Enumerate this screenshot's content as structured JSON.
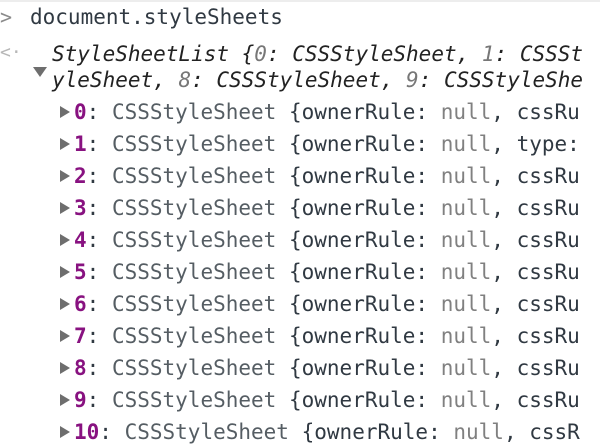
{
  "console": {
    "input": {
      "prompt_icon": "chevron-right-icon",
      "expression": "document.styleSheets"
    },
    "result": {
      "return_icon": "return-arrow-icon",
      "summary_line1_prefix": "StyleSheetList {",
      "summary_line1_idx0": "0",
      "summary_line1_mid": ": CSSStyleSheet, ",
      "summary_line1_idx1": "1",
      "summary_line1_tail": ": CSSSt",
      "summary_line2_head": "yleSheet, ",
      "summary_line2_idx8": "8",
      "summary_line2_mid": ": CSSStyleSheet, ",
      "summary_line2_idx9": "9",
      "summary_line2_tail": ": CSSStyleShe",
      "entries": [
        {
          "index": "0",
          "type": "CSSStyleSheet",
          "key1": "ownerRule",
          "val1": "null",
          "key2": "cssRu"
        },
        {
          "index": "1",
          "type": "CSSStyleSheet",
          "key1": "ownerRule",
          "val1": "null",
          "key2": "type:"
        },
        {
          "index": "2",
          "type": "CSSStyleSheet",
          "key1": "ownerRule",
          "val1": "null",
          "key2": "cssRu"
        },
        {
          "index": "3",
          "type": "CSSStyleSheet",
          "key1": "ownerRule",
          "val1": "null",
          "key2": "cssRu"
        },
        {
          "index": "4",
          "type": "CSSStyleSheet",
          "key1": "ownerRule",
          "val1": "null",
          "key2": "cssRu"
        },
        {
          "index": "5",
          "type": "CSSStyleSheet",
          "key1": "ownerRule",
          "val1": "null",
          "key2": "cssRu"
        },
        {
          "index": "6",
          "type": "CSSStyleSheet",
          "key1": "ownerRule",
          "val1": "null",
          "key2": "cssRu"
        },
        {
          "index": "7",
          "type": "CSSStyleSheet",
          "key1": "ownerRule",
          "val1": "null",
          "key2": "cssRu"
        },
        {
          "index": "8",
          "type": "CSSStyleSheet",
          "key1": "ownerRule",
          "val1": "null",
          "key2": "cssRu"
        },
        {
          "index": "9",
          "type": "CSSStyleSheet",
          "key1": "ownerRule",
          "val1": "null",
          "key2": "cssRu"
        },
        {
          "index": "10",
          "type": "CSSStyleSheet",
          "key1": "ownerRule",
          "val1": "null",
          "key2": "cssR"
        }
      ]
    }
  },
  "colors": {
    "index": "#881280",
    "null": "#808080",
    "text": "#303942"
  }
}
